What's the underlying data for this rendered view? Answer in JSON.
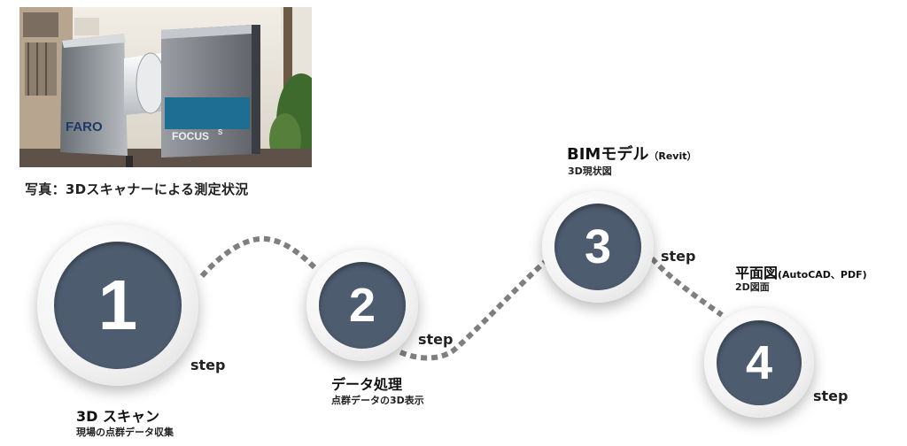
{
  "photo": {
    "caption": "写真：3Dスキャナーによる測定状況",
    "device_brand": "FARO",
    "device_model": "FOCUS",
    "device_model_sup": "S"
  },
  "steps": [
    {
      "number": "1",
      "step_word": "step",
      "title": "3D スキャン",
      "title_suffix": "",
      "subtitle": "現場の点群データ収集"
    },
    {
      "number": "2",
      "step_word": "step",
      "title": "データ処理",
      "title_suffix": "",
      "subtitle": "点群データの3D表示"
    },
    {
      "number": "3",
      "step_word": "step",
      "title": "BIMモデル",
      "title_suffix": "（Revit）",
      "subtitle": "3D現状図"
    },
    {
      "number": "4",
      "step_word": "step",
      "title": "平面図",
      "title_suffix": "(AutoCAD、PDF)",
      "subtitle": "2D図面"
    }
  ],
  "colors": {
    "circle_core": "#4d5c6f",
    "connector": "#7f7f7f",
    "text": "#222222"
  }
}
